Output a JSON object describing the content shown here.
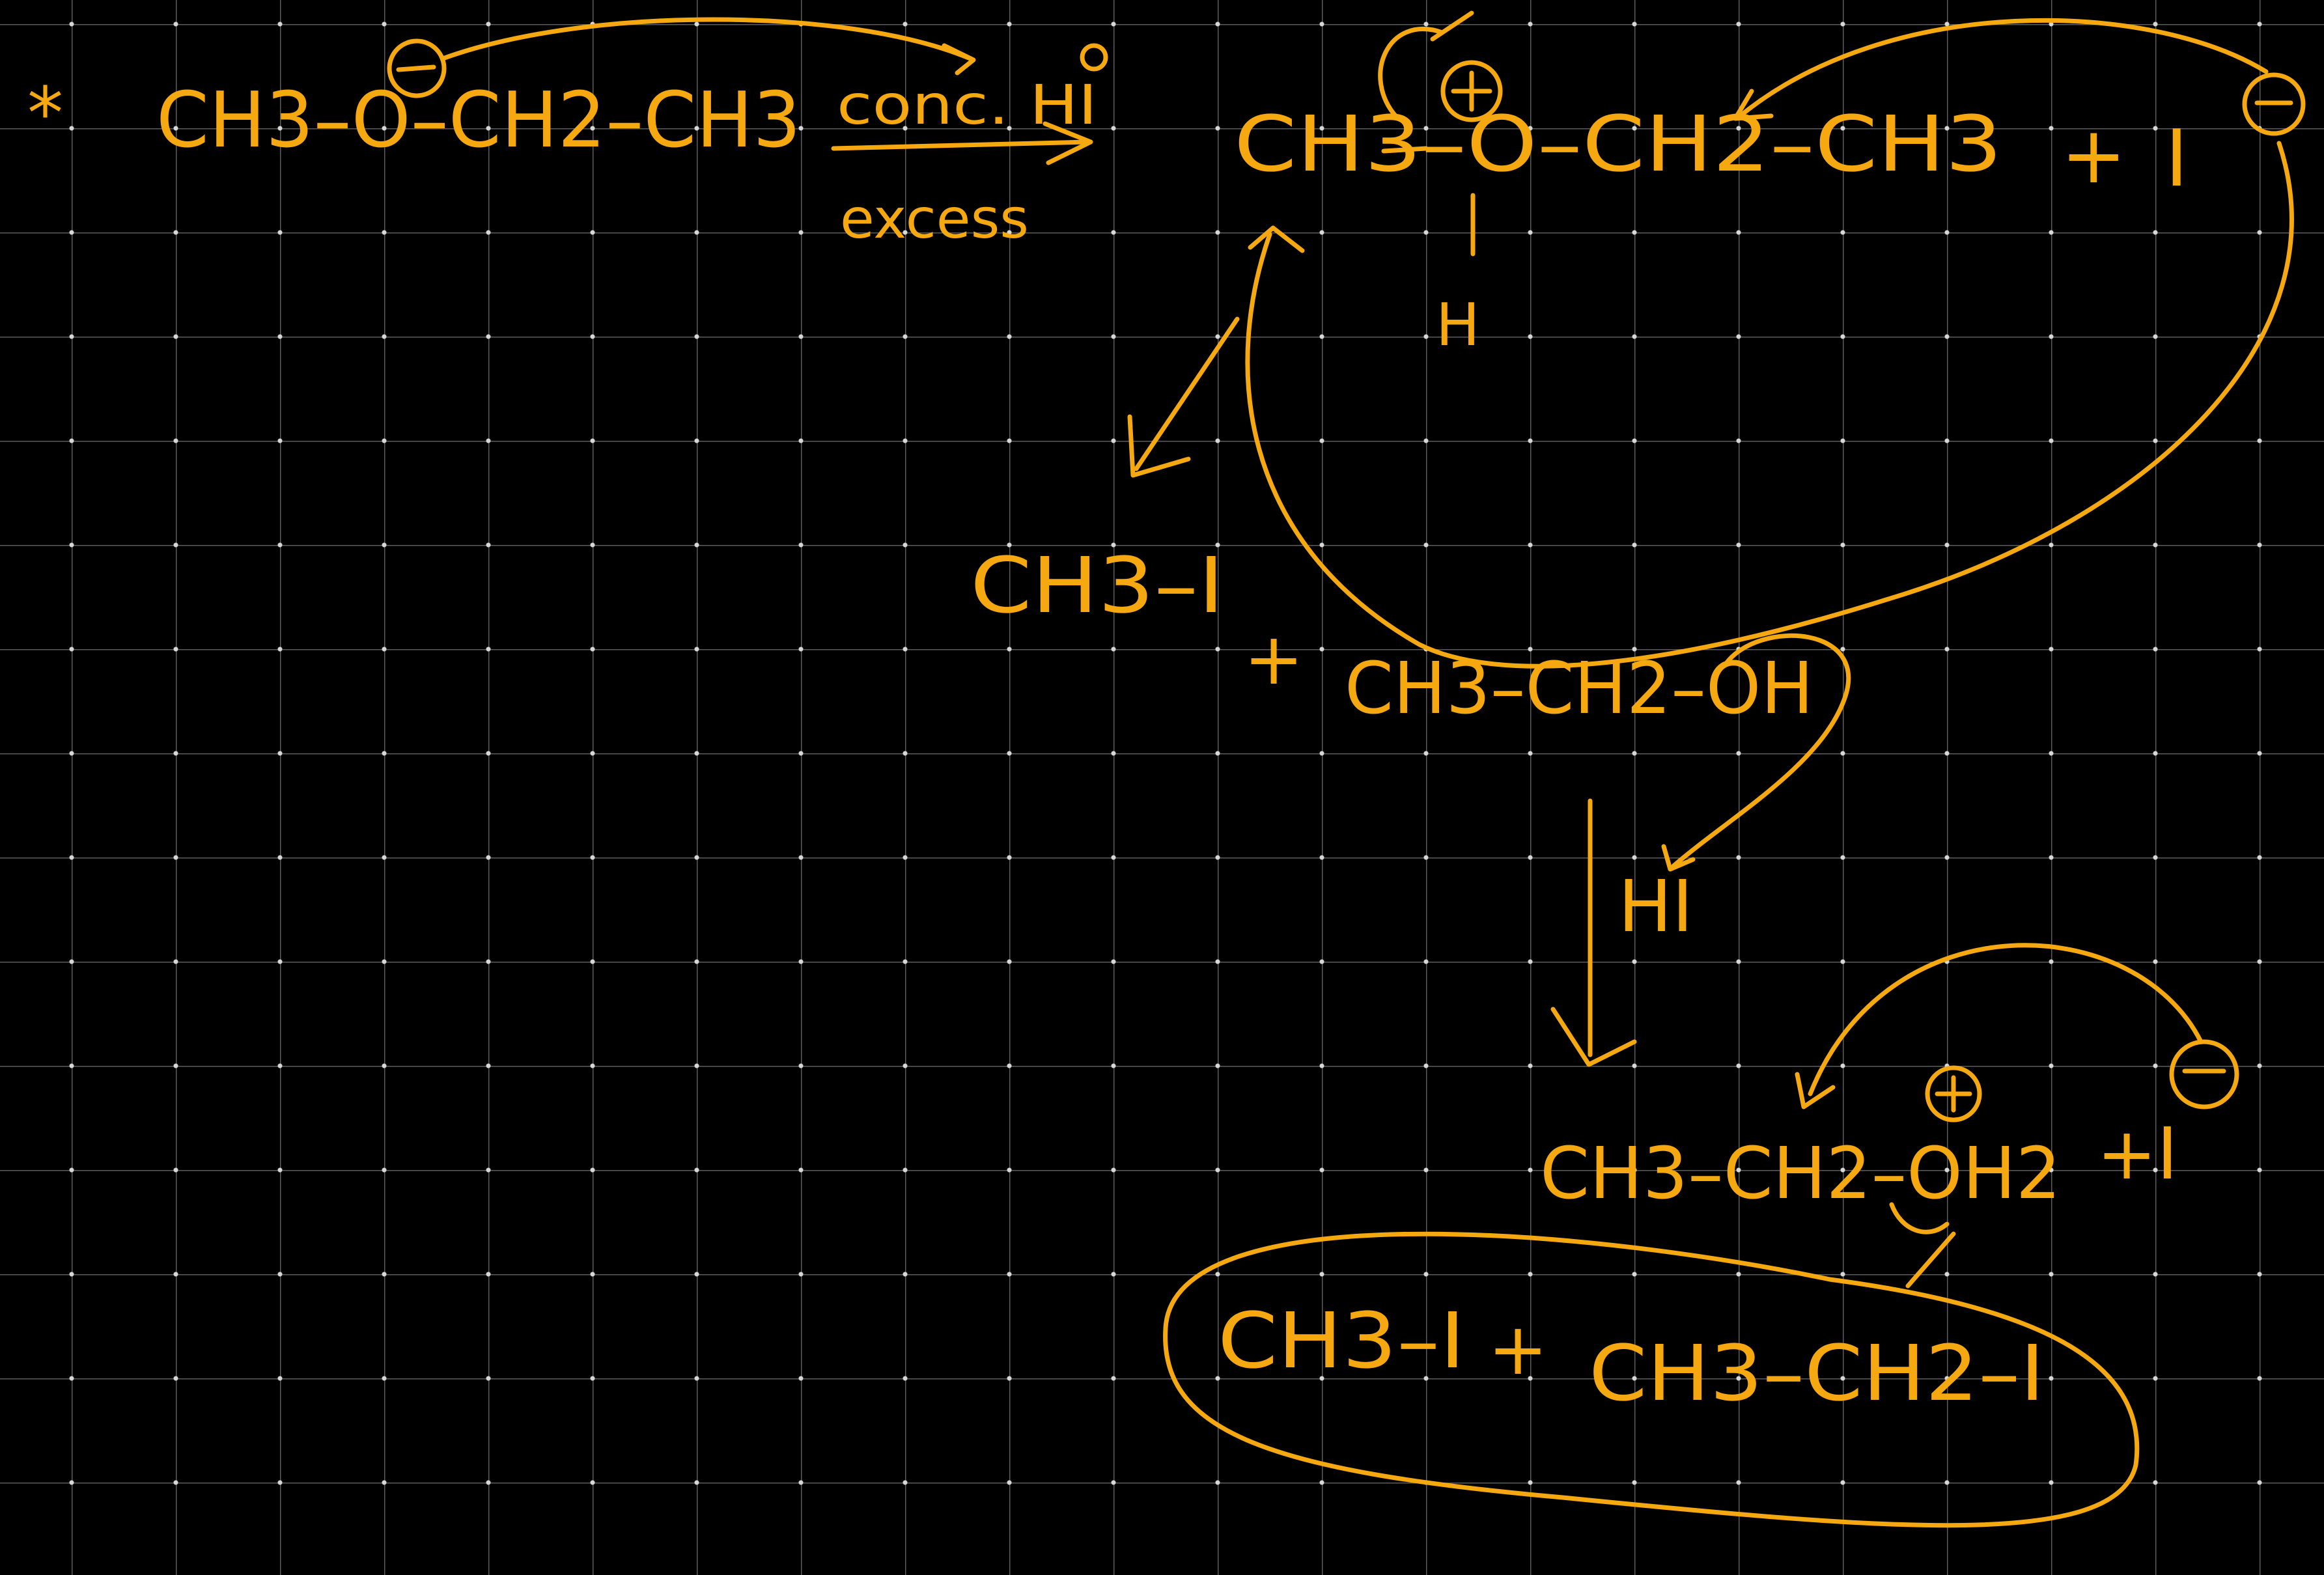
{
  "canvas": {
    "background_color": "#000000",
    "grid_line_color": "#5c5c5c",
    "grid_dot_color": "#d8d8d8",
    "ink_color": "#F5A80F"
  },
  "step1": {
    "bullet": "*",
    "ether": "CH3–O–CH2–CH3",
    "oxygen_lone_pair_mark": "⊖",
    "reagent_top": "conc. HI",
    "reagent_bottom": "excess"
  },
  "step2": {
    "protonated_ether": "CH3–O–CH2–CH3",
    "oxonium_charge": "⊕",
    "attached_h": "H",
    "plus": "+",
    "iodide": "I",
    "iodide_charge": "⊖"
  },
  "step3": {
    "methyl_iodide": "CH3–I",
    "plus": "+",
    "ethanol": "CH3–CH2–OH",
    "reagent": "HI"
  },
  "step4": {
    "protonated_ethanol": "CH3–CH2–OH2",
    "oxonium_charge": "⊕",
    "iodide": "+I",
    "iodide_charge": "⊖"
  },
  "final_products": {
    "product_1": "CH3–I",
    "plus": "+",
    "product_2": "CH3–CH2–I"
  }
}
